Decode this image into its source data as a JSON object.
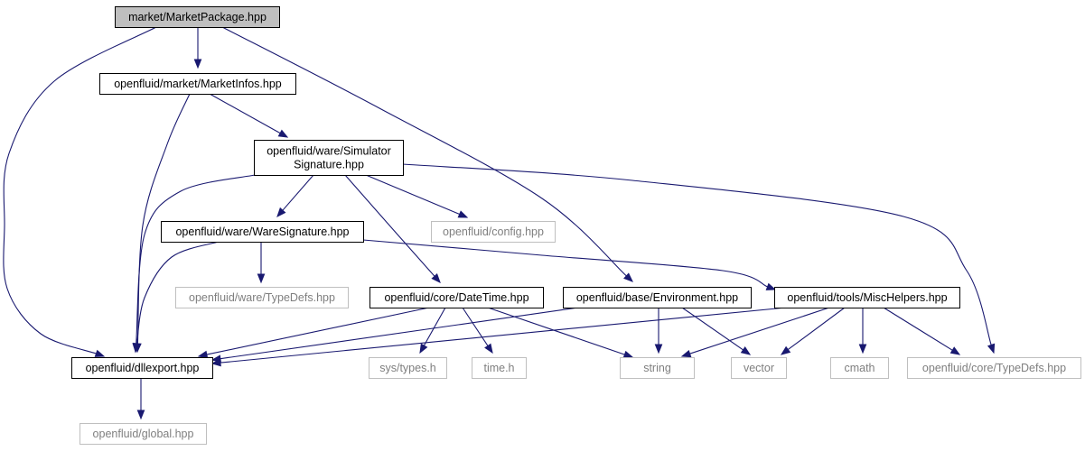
{
  "graph": {
    "nodes": [
      {
        "id": "market_package",
        "lines": [
          "market/MarketPackage.hpp"
        ],
        "kind": "root"
      },
      {
        "id": "market_infos",
        "lines": [
          "openfluid/market/MarketInfos.hpp"
        ],
        "kind": "internal"
      },
      {
        "id": "simulator_signature",
        "lines": [
          "openfluid/ware/Simulator",
          "Signature.hpp"
        ],
        "kind": "internal"
      },
      {
        "id": "ware_signature",
        "lines": [
          "openfluid/ware/WareSignature.hpp"
        ],
        "kind": "internal"
      },
      {
        "id": "config",
        "lines": [
          "openfluid/config.hpp"
        ],
        "kind": "external"
      },
      {
        "id": "ware_typedefs",
        "lines": [
          "openfluid/ware/TypeDefs.hpp"
        ],
        "kind": "external"
      },
      {
        "id": "datetime",
        "lines": [
          "openfluid/core/DateTime.hpp"
        ],
        "kind": "internal"
      },
      {
        "id": "environment",
        "lines": [
          "openfluid/base/Environment.hpp"
        ],
        "kind": "internal"
      },
      {
        "id": "mischelpers",
        "lines": [
          "openfluid/tools/MiscHelpers.hpp"
        ],
        "kind": "internal"
      },
      {
        "id": "dllexport",
        "lines": [
          "openfluid/dllexport.hpp"
        ],
        "kind": "internal"
      },
      {
        "id": "sys_types",
        "lines": [
          "sys/types.h"
        ],
        "kind": "external"
      },
      {
        "id": "time_h",
        "lines": [
          "time.h"
        ],
        "kind": "external"
      },
      {
        "id": "string",
        "lines": [
          "string"
        ],
        "kind": "external"
      },
      {
        "id": "vector",
        "lines": [
          "vector"
        ],
        "kind": "external"
      },
      {
        "id": "cmath",
        "lines": [
          "cmath"
        ],
        "kind": "external"
      },
      {
        "id": "core_typedefs",
        "lines": [
          "openfluid/core/TypeDefs.hpp"
        ],
        "kind": "external"
      },
      {
        "id": "global",
        "lines": [
          "openfluid/global.hpp"
        ],
        "kind": "external"
      }
    ],
    "edges": [
      {
        "from": "market_package",
        "to": "market_infos"
      },
      {
        "from": "market_package",
        "to": "dllexport"
      },
      {
        "from": "market_package",
        "to": "environment"
      },
      {
        "from": "market_infos",
        "to": "simulator_signature"
      },
      {
        "from": "market_infos",
        "to": "dllexport"
      },
      {
        "from": "simulator_signature",
        "to": "ware_signature"
      },
      {
        "from": "simulator_signature",
        "to": "config"
      },
      {
        "from": "simulator_signature",
        "to": "datetime"
      },
      {
        "from": "simulator_signature",
        "to": "dllexport"
      },
      {
        "from": "simulator_signature",
        "to": "core_typedefs"
      },
      {
        "from": "ware_signature",
        "to": "ware_typedefs"
      },
      {
        "from": "ware_signature",
        "to": "dllexport"
      },
      {
        "from": "ware_signature",
        "to": "mischelpers"
      },
      {
        "from": "datetime",
        "to": "dllexport"
      },
      {
        "from": "datetime",
        "to": "sys_types"
      },
      {
        "from": "datetime",
        "to": "time_h"
      },
      {
        "from": "datetime",
        "to": "string"
      },
      {
        "from": "environment",
        "to": "dllexport"
      },
      {
        "from": "environment",
        "to": "string"
      },
      {
        "from": "environment",
        "to": "vector"
      },
      {
        "from": "mischelpers",
        "to": "dllexport"
      },
      {
        "from": "mischelpers",
        "to": "string"
      },
      {
        "from": "mischelpers",
        "to": "vector"
      },
      {
        "from": "mischelpers",
        "to": "cmath"
      },
      {
        "from": "mischelpers",
        "to": "core_typedefs"
      },
      {
        "from": "dllexport",
        "to": "global"
      }
    ]
  }
}
